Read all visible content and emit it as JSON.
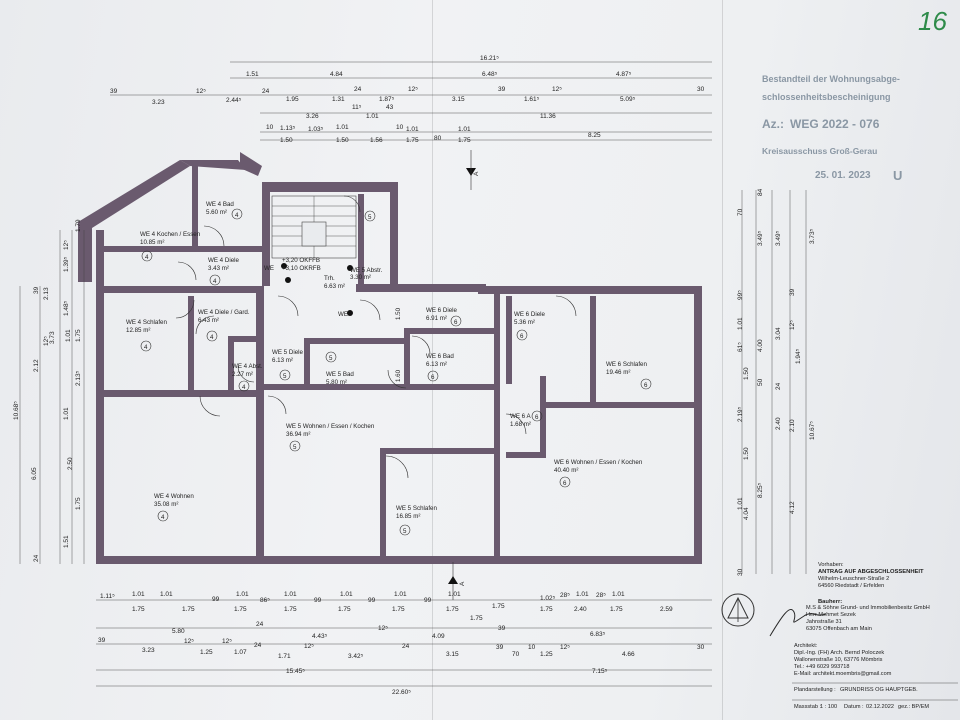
{
  "page_number": "16",
  "stamp": {
    "line1": "Bestandteil der Wohnungsabge-",
    "line2": "schlossenheitsbescheinigung",
    "az_label": "Az.:",
    "az_value": "WEG 2022 - 076",
    "authority": "Kreisausschuss Groß-Gerau",
    "date": "25. 01. 2023",
    "initial": "U"
  },
  "section_marker": "A",
  "rooms": [
    {
      "name": "WE 4 Kochen / Essen",
      "area": "10.85 m²",
      "unit": "4"
    },
    {
      "name": "WE 4 Bad",
      "area": "5.60 m²",
      "unit": "4"
    },
    {
      "name": "WE 4 Diele",
      "area": "3.43 m²",
      "unit": "4"
    },
    {
      "name": "WE 4 Schlafen",
      "area": "12.85 m²",
      "unit": "4"
    },
    {
      "name": "WE 4 Diele / Gard.",
      "area": "6.43 m²",
      "unit": "4"
    },
    {
      "name": "WE 4 Abst.",
      "area": "2.27 m²",
      "unit": "4"
    },
    {
      "name": "WE 4 Wohnen",
      "area": "35.08 m²",
      "unit": "4"
    },
    {
      "name": "WE 5 Diele",
      "area": "6.13 m²",
      "unit": "5"
    },
    {
      "name": "WE 5 Bad",
      "area": "5.80 m²",
      "unit": "5"
    },
    {
      "name": "WE 5 Wohnen / Essen / Kochen",
      "area": "36.94 m²",
      "unit": "5"
    },
    {
      "name": "WE 5 Schlafen",
      "area": "16.85 m²",
      "unit": "5"
    },
    {
      "name": "WE 5 Abstr.",
      "area": "3.30 m²",
      "unit": "5"
    },
    {
      "name": "WE 6 Diele",
      "area": "6.91 m²",
      "unit": "6"
    },
    {
      "name": "WE 6 Diele",
      "area": "5.36 m²",
      "unit": "6"
    },
    {
      "name": "WE 6 Bad",
      "area": "6.13 m²",
      "unit": "6"
    },
    {
      "name": "WE 6 A",
      "area": "1.68 m²",
      "unit": "6"
    },
    {
      "name": "WE 6 Schlafen",
      "area": "19.46 m²",
      "unit": "6"
    },
    {
      "name": "WE 6 Wohnen / Essen / Kochen",
      "area": "40.40 m²",
      "unit": "6"
    }
  ],
  "stair": {
    "okffb": "+3,20 OKFFB",
    "okrfb": "+3,10 OKRFB",
    "label": "Trh.",
    "area": "6.63 m²",
    "we": "WE"
  },
  "top_dims": {
    "row1": [
      "16.21⁵"
    ],
    "row2": [
      "1.51",
      "4.84",
      "6.48⁵",
      "4.87⁵"
    ],
    "row3": [
      "39",
      "3.23",
      "12⁵",
      "2.44⁵",
      "24",
      "1.95",
      "1.31",
      "24",
      "1.87⁵",
      "12⁵",
      "3.15",
      "39",
      "1.61⁵",
      "12⁵",
      "5.09⁵",
      "30"
    ],
    "row4": [
      "3.26",
      "11⁵",
      "1.01",
      "43",
      "11.36"
    ],
    "row5": [
      "10",
      "1.13⁵",
      "1.03⁵",
      "1.01",
      "10",
      "1.01",
      "1.01"
    ],
    "row6": [
      "1.50",
      "1.50",
      "1.56",
      "1.75",
      "80",
      "1.75",
      "8.25"
    ]
  },
  "bottom_dims": {
    "row1": [
      "1.11⁵",
      "1.01",
      "1.01",
      "99",
      "1.01",
      "86⁵",
      "1.01",
      "99",
      "1.01",
      "99",
      "1.01",
      "99",
      "1.01",
      "1.02⁵",
      "28⁵",
      "1.01",
      "28⁵",
      "1.01"
    ],
    "row2": [
      "1.75",
      "1.75",
      "1.75",
      "1.75",
      "1.75",
      "1.75",
      "1.75",
      "1.75",
      "2.40",
      "1.75",
      "1.75",
      "1.75",
      "2.59"
    ],
    "row3": [
      "5.80",
      "24",
      "4.43⁵",
      "12⁵",
      "4.09",
      "39",
      "6.83⁵"
    ],
    "row4": [
      "39",
      "3.23",
      "12⁵",
      "1.25",
      "12⁵",
      "1.07",
      "24",
      "1.71",
      "12⁵",
      "3.42⁵",
      "24",
      "3.15",
      "39",
      "70",
      "10",
      "1.25",
      "12⁵",
      "4.66",
      "30"
    ],
    "row5": [
      "15.45⁵",
      "7.15⁵"
    ],
    "row6": [
      "22.60⁵"
    ]
  },
  "left_dims": [
    "10.68⁵",
    "6.05",
    "3.73",
    "2.13",
    "2.12",
    "2.50",
    "1.01",
    "1.75",
    "1.51",
    "1.48⁵",
    "1.01",
    "1.75",
    "39",
    "24",
    "12⁵",
    "2.13⁵",
    "1.39⁵",
    "1.79",
    "12⁵"
  ],
  "right_dims": [
    "3.73⁵",
    "3.49⁵",
    "3.49⁵",
    "10.67⁵",
    "8.25⁵",
    "4.04",
    "4.12",
    "4.00",
    "3.04",
    "2.40",
    "2.10",
    "1.94⁵",
    "2.19⁵",
    "1.50",
    "1.50",
    "1.01",
    "1.01",
    "99⁵",
    "61⁵",
    "50",
    "24",
    "12⁵",
    "70",
    "84",
    "39",
    "30"
  ],
  "interior_dims": [
    "1.50",
    "1.60"
  ],
  "title_block": {
    "project_label": "Vorhaben:",
    "project": "ANTRAG AUF ABGESCHLOSSENHEIT",
    "address1": "Wilhelm-Leuschner-Straße 2",
    "address2": "64560 Riedstadt / Erfelden",
    "client_label": "Bauherr:",
    "client1": "M.S & Söhne Grund- und Immobilienbesitz GmbH",
    "client2": "Herr Mehmet Sezek",
    "client3": "Jahnstraße 31",
    "client4": "63075 Offenbach am Main",
    "architect_label": "Architekt:",
    "architect1": "Dipl.-Ing. (FH) Arch. Bernd Poloczek",
    "architect2": "Wallonenstraße 10, 63776 Mömbris",
    "architect3": "Tel.: +49 6029 993718",
    "architect4": "E-Mail: architekt.moembris@gmail.com",
    "plan_label": "Plandarstellung :",
    "plan": "GRUNDRISS OG HAUPTGEB.",
    "scale_label": "Massstab :",
    "scale": "1 : 100",
    "date_label": "Datum :",
    "date": "02.12.2022",
    "drawn": "gez.: BP/EM"
  },
  "colors": {
    "wall": "#6a5a6e",
    "stamp": "#8a97a4",
    "page_number": "#2e8b4a",
    "paper": "#eceef1"
  }
}
